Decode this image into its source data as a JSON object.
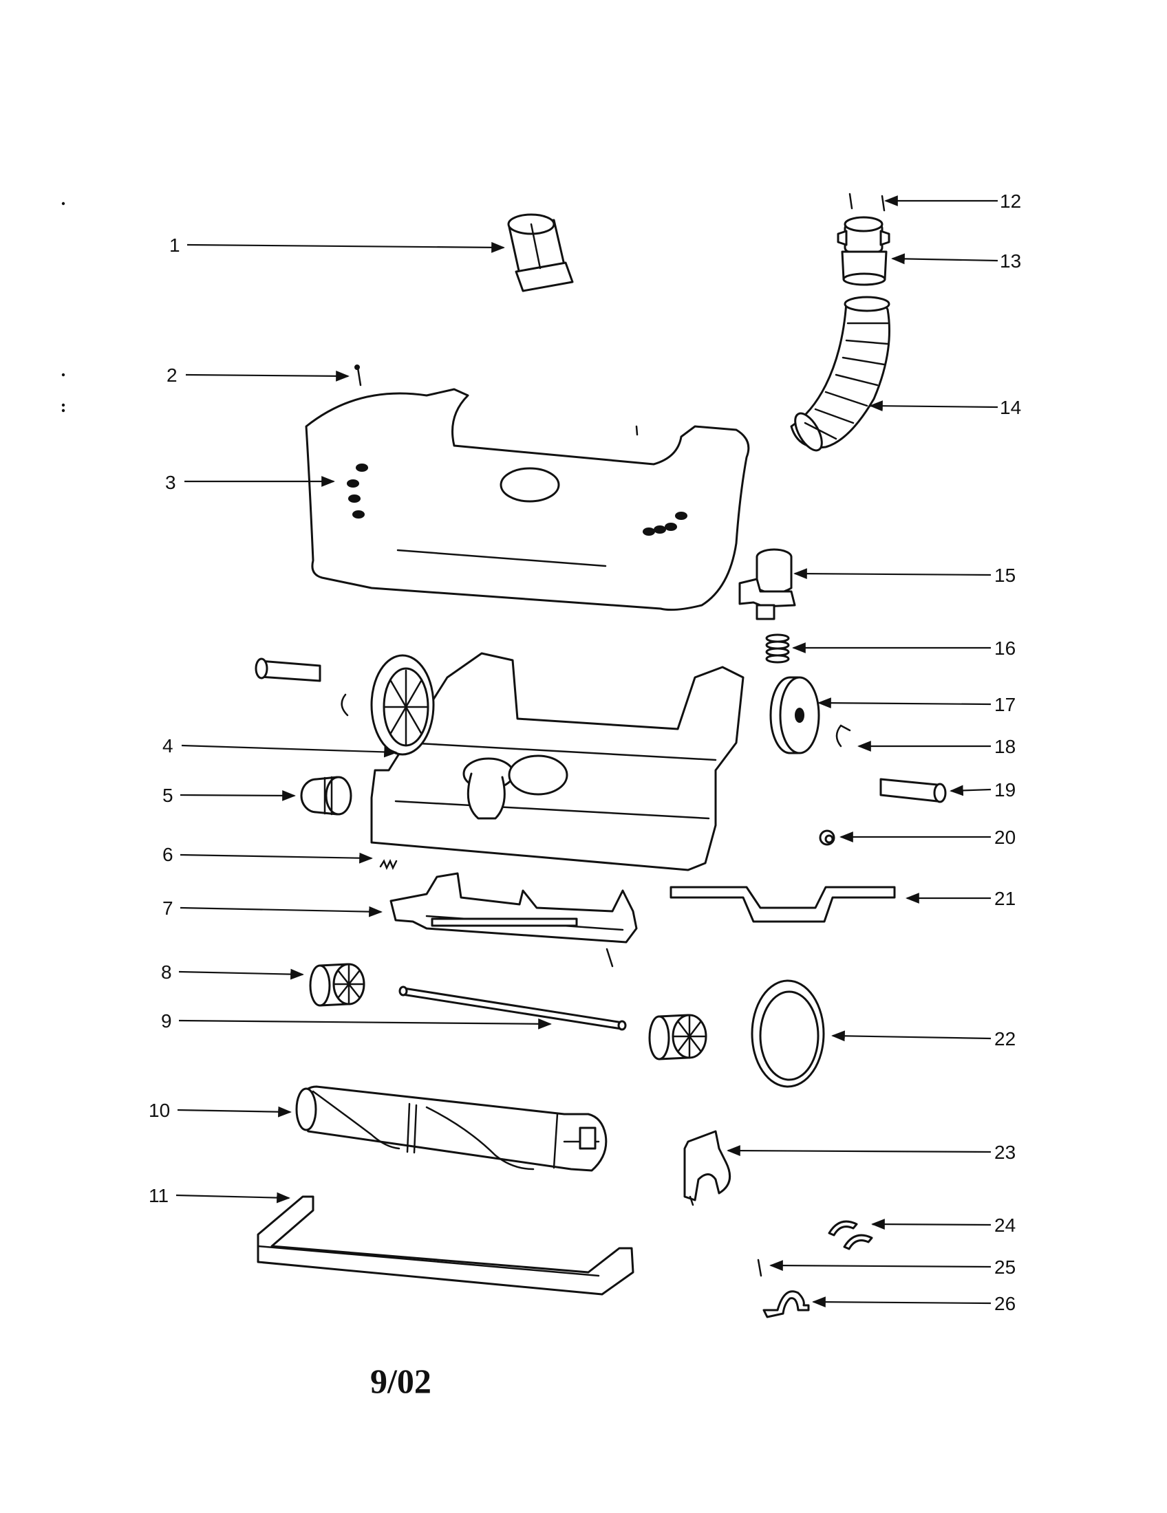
{
  "diagram": {
    "callouts": [
      "1",
      "2",
      "3",
      "4",
      "5",
      "6",
      "7",
      "8",
      "9",
      "10",
      "11",
      "12",
      "13",
      "14",
      "15",
      "16",
      "17",
      "18",
      "19",
      "20",
      "21",
      "22",
      "23",
      "24",
      "25",
      "26"
    ],
    "date_label": "9/02"
  }
}
